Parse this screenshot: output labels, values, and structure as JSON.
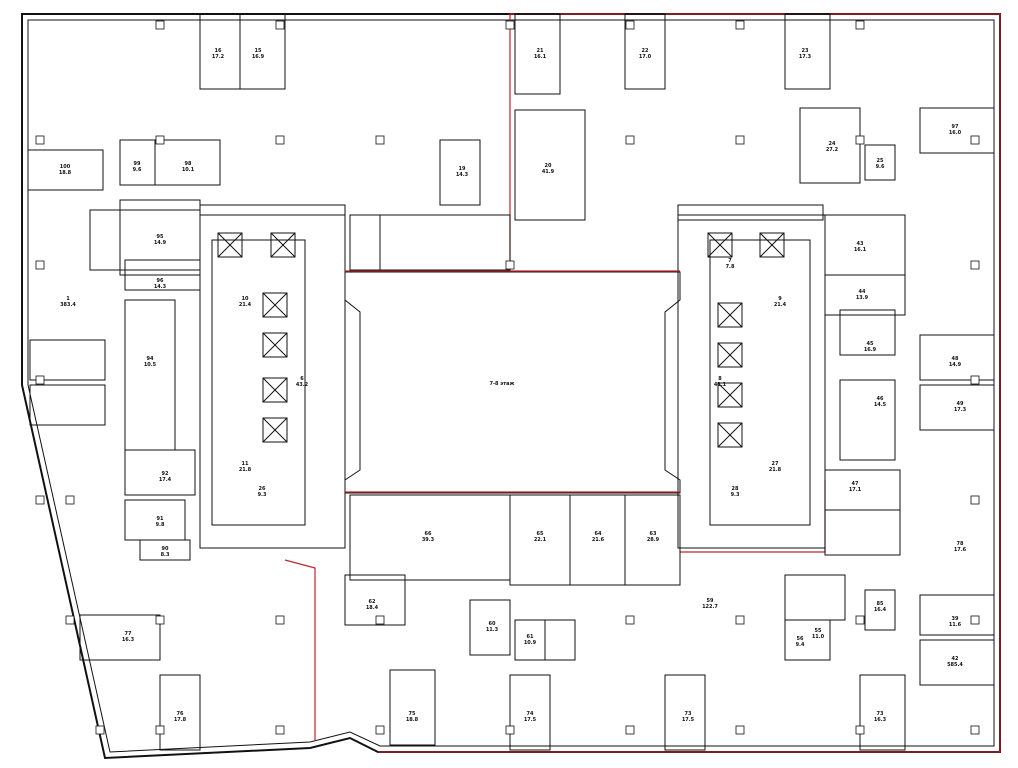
{
  "plan": {
    "atrium_label": "7-8 этаж",
    "room_labels": [
      "16\n17.2",
      "15\n16.9",
      "21\n16.1",
      "22\n17.0",
      "23\n17.3",
      "100\n18.8",
      "99\n9.6",
      "98\n10.1",
      "19\n14.3",
      "20\n41.9",
      "24\n27.2",
      "25\n9.6",
      "97\n16.0",
      "1\n383.4",
      "95\n14.9",
      "96\n14.3",
      "94\n10.5",
      "10\n21.4",
      "11\n21.8",
      "26\n9.3",
      "6\n43.2",
      "7\n7.8",
      "8\n43.1",
      "9\n21.4",
      "27\n21.8",
      "28\n9.3",
      "92\n17.4",
      "91\n9.8",
      "90\n8.3",
      "66\n39.3",
      "65\n22.1",
      "64\n21.6",
      "63\n28.9",
      "62\n18.4",
      "60\n11.3",
      "61\n10.9",
      "59\n122.7",
      "56\n9.4",
      "55\n11.0",
      "43\n16.1",
      "44\n13.9",
      "45\n16.9",
      "46\n14.5",
      "47\n17.1",
      "48\n14.9",
      "49\n17.3",
      "39\n11.6",
      "42\n585.4",
      "85\n16.4",
      "78\n17.6",
      "77\n16.3",
      "76\n17.8",
      "75\n18.8",
      "74\n17.5",
      "73\n17.5",
      "73\n16.3"
    ],
    "colors": {
      "walls": "#111111",
      "lease_boundary": "#c0262a"
    }
  }
}
